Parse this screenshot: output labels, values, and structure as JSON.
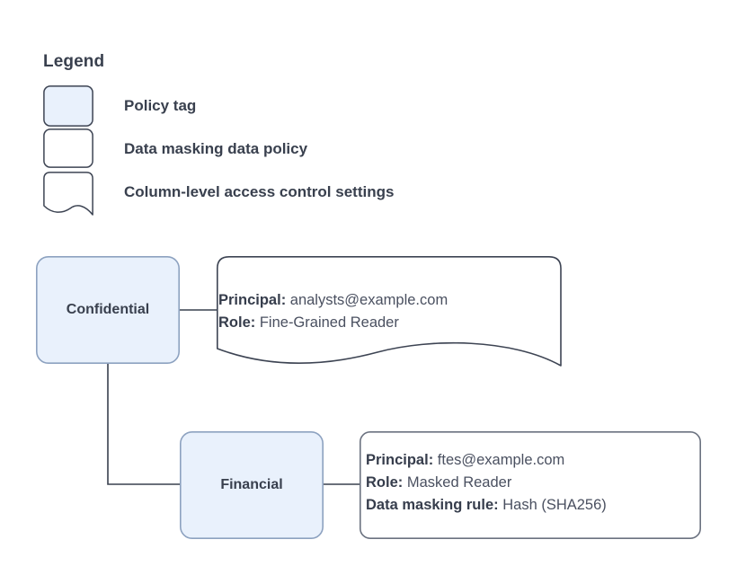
{
  "legend": {
    "title": "Legend",
    "items": [
      {
        "label": "Policy tag",
        "swatch": "rounded-rect-filled",
        "fill": "#e9f1fc",
        "stroke": "#3d4453"
      },
      {
        "label": "Data masking data policy",
        "swatch": "rounded-rect-outline",
        "fill": "#ffffff",
        "stroke": "#3d4453"
      },
      {
        "label": "Column-level access control settings",
        "swatch": "document-wave-shape",
        "fill": "#ffffff",
        "stroke": "#3d4453"
      }
    ]
  },
  "diagram": {
    "nodes": [
      {
        "id": "confidential",
        "label": "Confidential",
        "shape": "policy-tag",
        "fill": "#e9f1fc",
        "stroke": "#8da2c0"
      },
      {
        "id": "financial",
        "label": "Financial",
        "shape": "policy-tag",
        "fill": "#e9f1fc",
        "stroke": "#8da2c0"
      }
    ],
    "notes": [
      {
        "id": "access-control-note",
        "shape": "document-wave-shape",
        "fill": "#ffffff",
        "stroke": "#3d4453",
        "lines": [
          {
            "key": "Principal:",
            "value": "analysts@example.com"
          },
          {
            "key": "Role:",
            "value": "Fine-Grained Reader"
          }
        ]
      },
      {
        "id": "data-masking-note",
        "shape": "rounded-rect-outline",
        "fill": "#ffffff",
        "stroke": "#6b7280",
        "lines": [
          {
            "key": "Principal:",
            "value": "ftes@example.com"
          },
          {
            "key": "Role:",
            "value": "Masked Reader"
          },
          {
            "key": "Data masking rule:",
            "value": "Hash (SHA256)"
          }
        ]
      }
    ],
    "connectors": [
      {
        "from": "confidential",
        "to": "access-control-note",
        "style": "straight-horizontal"
      },
      {
        "from": "confidential",
        "to": "financial",
        "style": "elbow-down-right"
      },
      {
        "from": "financial",
        "to": "data-masking-note",
        "style": "straight-horizontal"
      }
    ]
  },
  "colors": {
    "tag_fill": "#e9f1fc",
    "tag_stroke": "#8da2c0",
    "note_stroke": "#3d4453",
    "connector": "#39404e",
    "text": "#39404e"
  }
}
